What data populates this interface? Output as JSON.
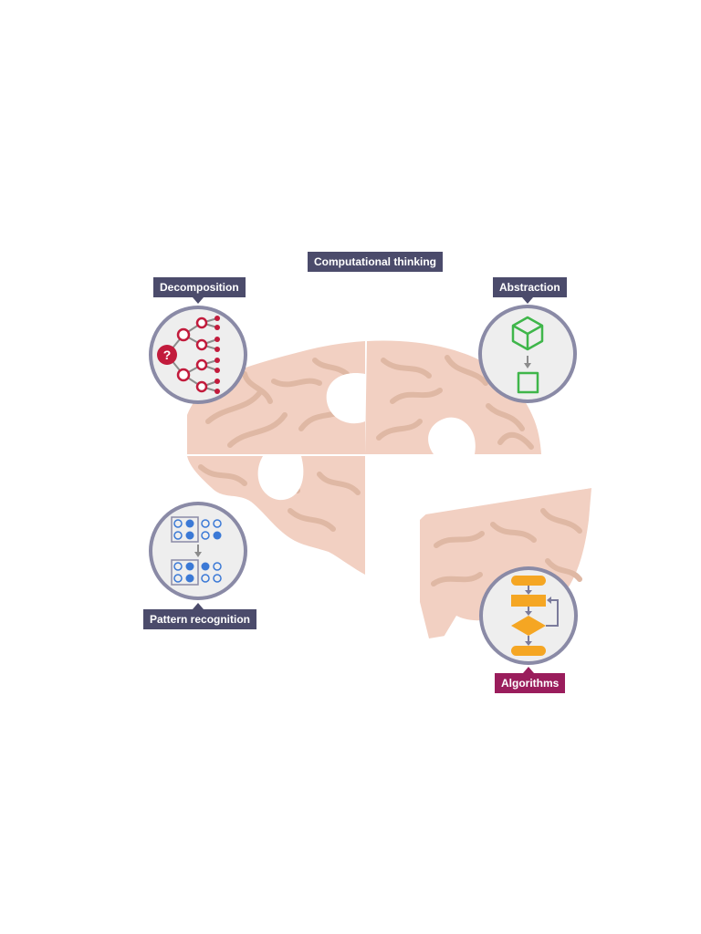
{
  "title": "Computational thinking",
  "concepts": {
    "decomposition": "Decomposition",
    "abstraction": "Abstraction",
    "pattern_recognition": "Pattern recognition",
    "algorithms": "Algorithms"
  },
  "icons": {
    "decomposition": "tree-diagram-icon",
    "abstraction": "cube-to-square-icon",
    "pattern_recognition": "pattern-grid-icon",
    "algorithms": "flowchart-icon"
  },
  "colors": {
    "label_dark": "#4b4b6b",
    "label_highlight": "#9a1d5c",
    "brain": "#f2d0c2",
    "brain_folds": "#dfb8a4",
    "decomposition": "#c21b3c",
    "abstraction": "#3fb64a",
    "pattern": "#3b79d6",
    "algorithm": "#f5a623"
  }
}
